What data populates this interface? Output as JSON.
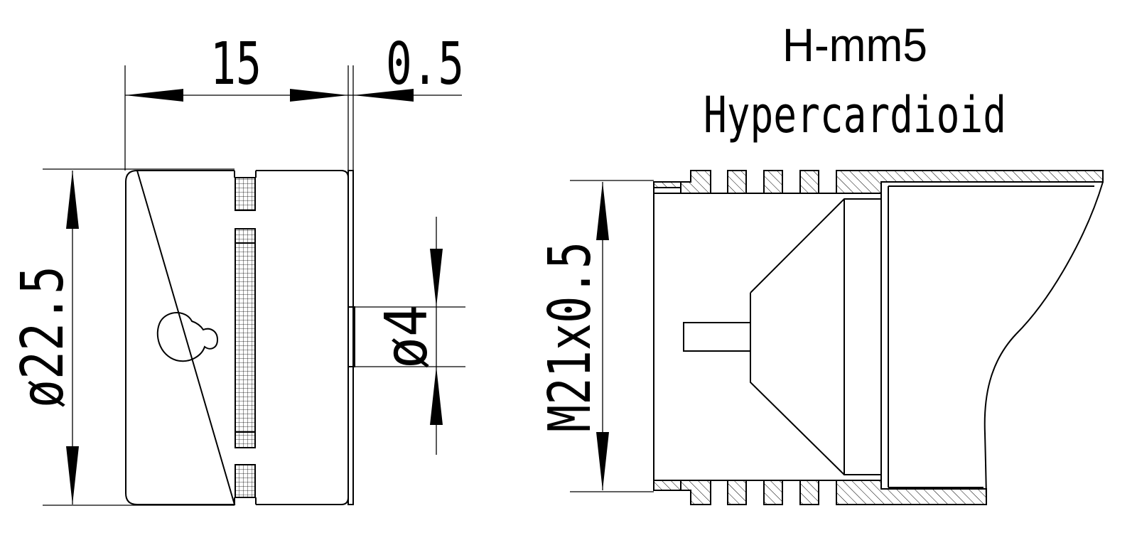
{
  "title": {
    "model": "H-mm5",
    "pattern": "Hypercardioid"
  },
  "dimensions": {
    "length": "15",
    "gap": "0.5",
    "diameter_body": "ø22.5",
    "diameter_pin": "ø4",
    "thread": "M21x0.5"
  },
  "colors": {
    "line": "#000000",
    "background": "#ffffff"
  }
}
